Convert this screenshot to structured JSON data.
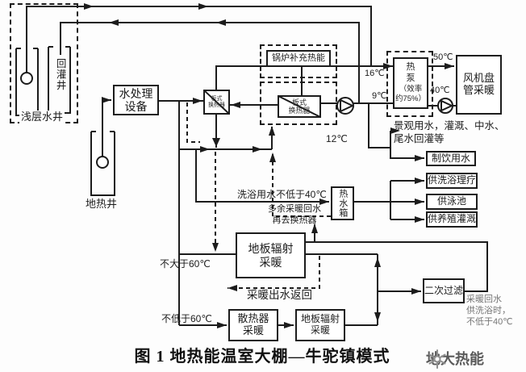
{
  "caption": "图 1 地热能温室大棚—牛驼镇模式",
  "logo": {
    "text": "地大热能"
  },
  "wells": {
    "shallow_group": "浅层水井",
    "recharge": "回灌井",
    "geothermal": "地热井"
  },
  "boxes": {
    "water_treatment": {
      "l1": "水处理",
      "l2": "设备"
    },
    "hx1": {
      "l1": "板式",
      "l2": "换热器"
    },
    "hx2": {
      "l1": "板式",
      "l2": "换热器"
    },
    "boiler": "锅炉补充热能",
    "heat_pump": {
      "l1": "热",
      "l2": "泵",
      "l3": "（效率",
      "l4": "约75%）"
    },
    "fan_coil": {
      "l1": "风机盘",
      "l2": "管采暖"
    },
    "hot_water_tank": "热水箱",
    "floor_heating_main": {
      "l1": "地板辐射",
      "l2": "采暖"
    },
    "radiator": {
      "l1": "散热器",
      "l2": "采暖"
    },
    "floor_heating_2": {
      "l1": "地板辐射",
      "l2": "采暖"
    },
    "secondary_filter": "二次过滤",
    "drinking": "制饮用水",
    "bath": "供洗浴理疗",
    "pool": "供泳池",
    "aquaculture": "供养殖灌溉"
  },
  "temperatures": {
    "supply16": "16℃",
    "return9": "9℃",
    "out50": "50℃",
    "out40": "40℃",
    "reuse12": "12℃"
  },
  "annotations": {
    "landscape_l1": "景观用水，灌溉、中水、",
    "landscape_l2": "尾水回灌等",
    "bath_supply": "洗浴用水不低于40℃",
    "excess_l1": "多余采暖回水",
    "excess_l2": "再去换热器",
    "max60": "不大于60℃",
    "min60": "不低于60℃",
    "heating_out_return": "采暖出水返回",
    "return_l1": "采暖回水",
    "return_l2": "供洗浴时，",
    "return_l3": "不低于40℃"
  },
  "colors": {
    "line": "#1c1c1c",
    "muted": "#767676",
    "bg": "#ffffff"
  }
}
